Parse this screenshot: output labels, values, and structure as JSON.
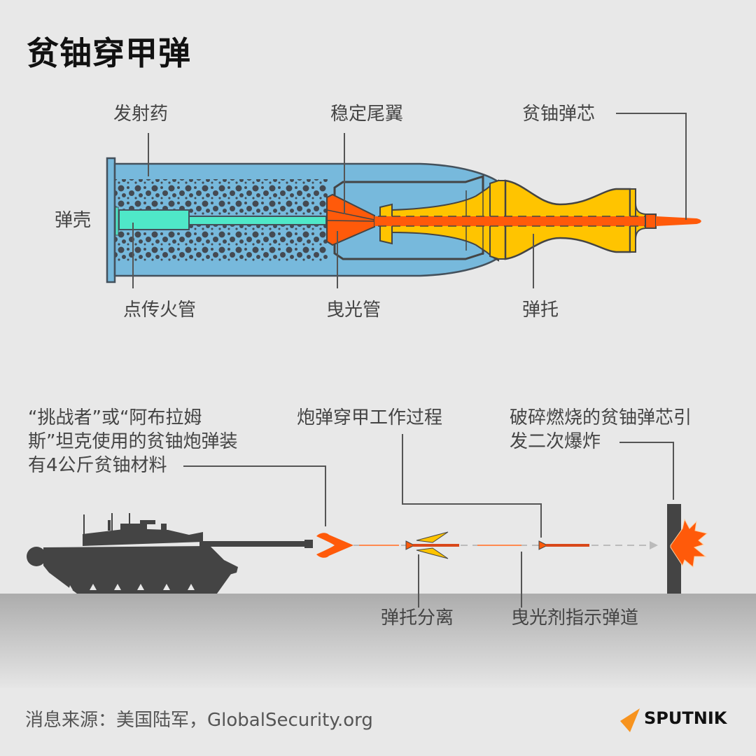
{
  "title": "贫铀穿甲弹",
  "shell_labels": {
    "propellant": "发射药",
    "stabilizer_fins": "稳定尾翼",
    "du_core": "贫铀弹芯",
    "casing": "弹壳",
    "igniter_tube": "点传火管",
    "tracer_tube": "曳光管",
    "sabot": "弹托"
  },
  "process_labels": {
    "tank_note_line1": "“挑战者”或“阿布拉姆",
    "tank_note_line2": "斯”坦克使用的贫铀炮弹装",
    "tank_note_line3": "有4公斤贫铀材料",
    "process_title": "炮弹穿甲工作过程",
    "explosion_line1": "破碎燃烧的贫铀弹芯引",
    "explosion_line2": "发二次爆炸",
    "sabot_separation": "弹托分离",
    "tracer_trajectory": "曳光剂指示弹道"
  },
  "footer": {
    "source": "消息来源：美国陆军，GlobalSecurity.org",
    "logo": "SPUTNIK"
  },
  "colors": {
    "casing_blue": "#77b9dc",
    "propellant_dots": "#444a52",
    "igniter": "#4fe8c8",
    "tracer_orange": "#ff5a0a",
    "sabot_yellow": "#ffc400",
    "outline": "#444444",
    "logo_orange": "#f7931e"
  }
}
